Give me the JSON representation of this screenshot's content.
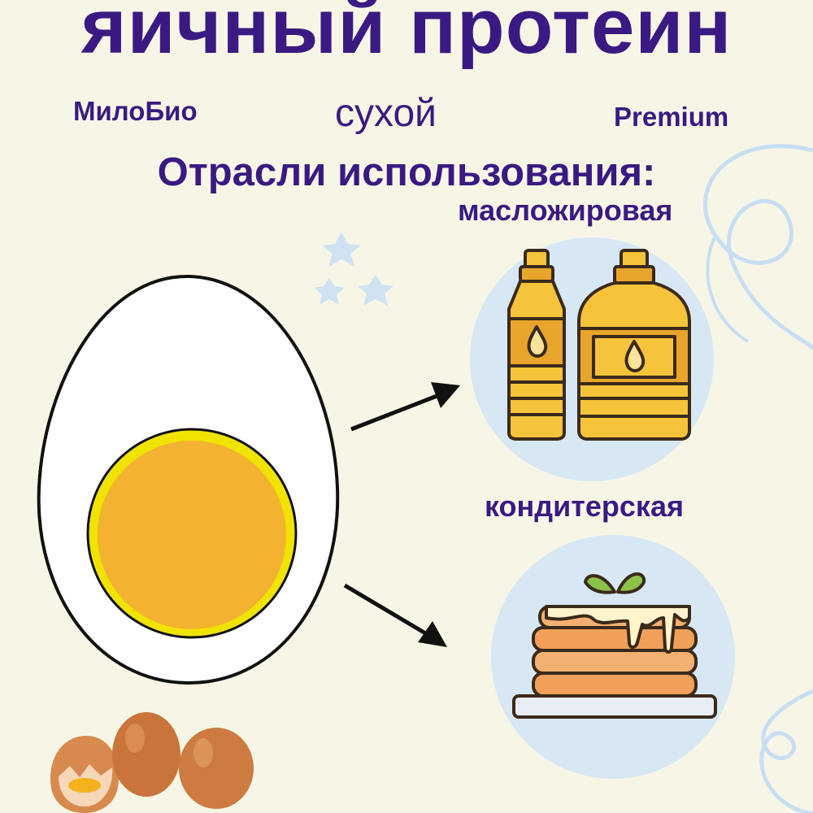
{
  "title": "яичный протеин",
  "brand": "МилоБио",
  "subtitle": "сухой",
  "grade": "Premium",
  "section_heading": "Отрасли использования:",
  "industries": [
    {
      "label": "масложировая",
      "icon": "oil-bottles-icon"
    },
    {
      "label": "кондитерская",
      "icon": "pancakes-icon"
    }
  ],
  "decor": {
    "main_image": "boiled-egg-half-icon",
    "eggs": "whole-eggs-icon"
  },
  "colors": {
    "background": "#f7f6e6",
    "text": "#3a1a82",
    "yolk": "#f3b22f",
    "yolk_rim": "#f0e300",
    "circle_bg": "#d7e8f4",
    "oil": "#f6c43a",
    "arrow": "#111111"
  }
}
